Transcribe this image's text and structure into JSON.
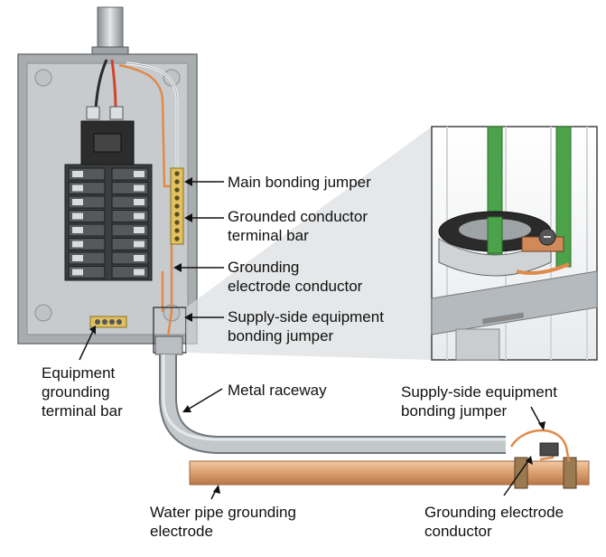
{
  "colors": {
    "panel_box": "#a9adb0",
    "panel_interior": "#c7cbce",
    "breaker_dark": "#2c2c2c",
    "copper": "#e08a4a",
    "green_conductor": "#4aa34a",
    "raceway": "#b9bec2",
    "water_pipe": "#dea273"
  },
  "labels": {
    "main_bonding_jumper": "Main bonding jumper",
    "grounded_conductor_line1": "Grounded conductor",
    "grounded_conductor_line2": "terminal bar",
    "grounding_electrode_line1": "Grounding",
    "grounding_electrode_line2": "electrode conductor",
    "supply_side_line1": "Supply-side equipment",
    "supply_side_line2": "bonding jumper",
    "equipment_grounding_line1": "Equipment",
    "equipment_grounding_line2": "grounding",
    "equipment_grounding_line3": "terminal bar",
    "metal_raceway": "Metal raceway",
    "supply_side_right_line1": "Supply-side equipment",
    "supply_side_right_line2": "bonding jumper",
    "water_pipe_line1": "Water pipe grounding",
    "water_pipe_line2": "electrode",
    "gec_right_line1": "Grounding electrode",
    "gec_right_line2": "conductor"
  }
}
